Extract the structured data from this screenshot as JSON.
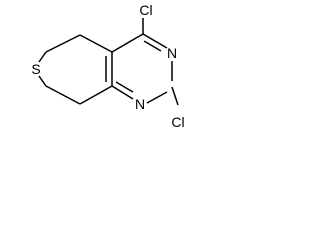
{
  "atoms": {
    "sulfur": "S",
    "nitrogen_upper": "N",
    "nitrogen_lower": "N",
    "chlorine_top": "Cl",
    "chlorine_right": "Cl"
  }
}
